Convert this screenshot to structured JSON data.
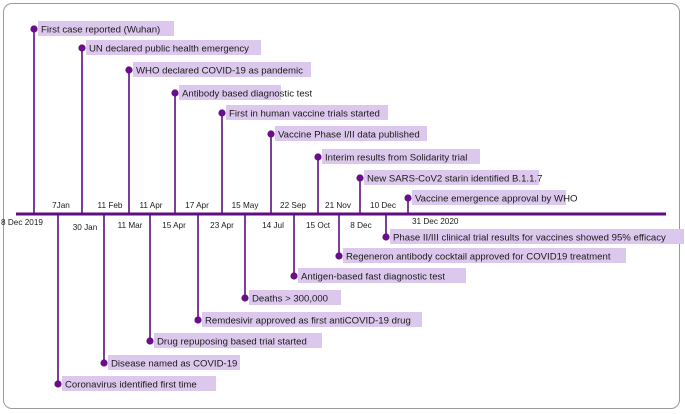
{
  "colors": {
    "line": "#5f0d82",
    "dot": "#6a0f8a",
    "box": "#dcc8ec",
    "text": "#1a1a1a"
  },
  "timeline": {
    "end_date": "31 Dec 2020",
    "above": [
      {
        "date": "8 Dec 2019",
        "event": "First case reported (Wuhan)"
      },
      {
        "date": "30 Jan",
        "event": "UN declared public health emergency"
      },
      {
        "date": "11 Mar",
        "event": "WHO declared COVID-19 as pandemic"
      },
      {
        "date": "15 Apr",
        "event": "Antibody based  diagnostic test"
      },
      {
        "date": "23 Apr",
        "event": "First in human vaccine trials started"
      },
      {
        "date": "14 Jul",
        "event": "Vaccine Phase I/II data published"
      },
      {
        "date": "15 Oct",
        "event": "Interim results from Solidarity trial"
      },
      {
        "date": "8 Dec",
        "event": "New SARS-CoV2 starin identified B.1.1.7"
      },
      {
        "date": "31 Dec 2020",
        "event": "Vaccine emergence approval by WHO"
      }
    ],
    "below": [
      {
        "date": "10 Dec",
        "event": "Phase II/III clinical trial results for vaccines showed 95% efficacy"
      },
      {
        "date": "21 Nov",
        "event": "Regeneron antibody cocktail approved for COVID19 treatment"
      },
      {
        "date": "22 Sep",
        "event": "Antigen-based fast diagnostic test"
      },
      {
        "date": "15 May",
        "event": "Deaths > 300,000"
      },
      {
        "date": "17 Apr",
        "event": "Remdesivir approved as first antiCOVID-19 drug"
      },
      {
        "date": "11 Apr",
        "event": "Drug repuposing based trial started"
      },
      {
        "date": "11 Feb",
        "event": "Disease named as COVID-19"
      },
      {
        "date": "7Jan",
        "event": "Coronavirus identified first time"
      }
    ]
  }
}
